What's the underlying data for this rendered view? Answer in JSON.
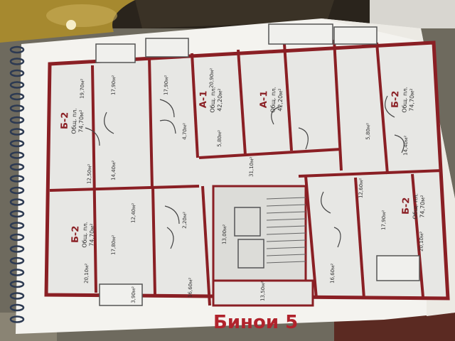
{
  "caption": {
    "title": "Бинои 5",
    "color": "#b0232c"
  },
  "colors": {
    "wall": "#8a1f24",
    "paper": "#f4f3ef",
    "floor": "#e9e9e6",
    "table": "#2a241c",
    "gold": "#b8962e"
  },
  "apartments": [
    {
      "id": "b2-top-left",
      "type": "Б-2",
      "area_label": "Общ. пл.",
      "area": "74,70м²"
    },
    {
      "id": "a1-left",
      "type": "А-1",
      "area_label": "Общ. пл.",
      "area": "42,20м²"
    },
    {
      "id": "a1-right",
      "type": "А-1",
      "area_label": "Общ. пл.",
      "area": "42,20м²"
    },
    {
      "id": "b2-top-right",
      "type": "Б-2",
      "area_label": "Общ. пл.",
      "area": "74,70м²"
    },
    {
      "id": "b2-bottom-left",
      "type": "Б-2",
      "area_label": "Общ. пл.",
      "area": "74,70м²"
    },
    {
      "id": "b2-bottom-right",
      "type": "Б-2",
      "area_label": "Общ. пл.",
      "area": "74,70м²"
    }
  ],
  "room_labels": [
    "19,70м²",
    "17,90м²",
    "17,80м²",
    "20,10м²",
    "17,90м²",
    "20,90м²",
    "12,50м²",
    "14,40м²",
    "12,40м²",
    "16,60м²",
    "13,00м²",
    "13,50м²",
    "31,10м²",
    "16,60м²",
    "17,90м²",
    "20,10м²",
    "12,60м²",
    "14,40м²",
    "5,80м²",
    "3,90м²",
    "2,20м²",
    "4,70м²",
    "5,80м²"
  ]
}
